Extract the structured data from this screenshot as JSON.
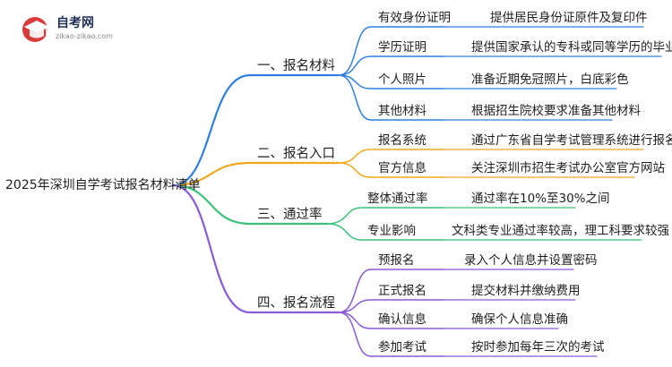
{
  "logo": {
    "title": "自考网",
    "url": "zikao-zikao.com",
    "icon": "graduation-cap-icon"
  },
  "mindmap": {
    "root": "2025年深圳自学考试报名材料清单",
    "branches": [
      {
        "label": "一、报名材料",
        "color": "#2f7fe3",
        "items": [
          {
            "label": "有效身份证明",
            "detail": "提供居民身份证原件及复印件"
          },
          {
            "label": "学历证明",
            "detail": "提供国家承认的专科或同等学历的毕业证书"
          },
          {
            "label": "个人照片",
            "detail": "准备近期免冠照片，白底彩色"
          },
          {
            "label": "其他材料",
            "detail": "根据招生院校要求准备其他材料"
          }
        ]
      },
      {
        "label": "二、报名入口",
        "color": "#f0a81e",
        "items": [
          {
            "label": "报名系统",
            "detail": "通过广东省自学考试管理系统进行报名"
          },
          {
            "label": "官方信息",
            "detail": "关注深圳市招生考试办公室官方网站"
          }
        ]
      },
      {
        "label": "三、通过率",
        "color": "#3cc07a",
        "items": [
          {
            "label": "整体通过率",
            "detail": "通过率在10%至30%之间"
          },
          {
            "label": "专业影响",
            "detail": "文科类专业通过率较高，理工科要求较强"
          }
        ]
      },
      {
        "label": "四、报名流程",
        "color": "#8a5bd8",
        "items": [
          {
            "label": "预报名",
            "detail": "录入个人信息并设置密码"
          },
          {
            "label": "正式报名",
            "detail": "提交材料并缴纳费用"
          },
          {
            "label": "确认信息",
            "detail": "确保个人信息准确"
          },
          {
            "label": "参加考试",
            "detail": "按时参加每年三次的考试"
          }
        ]
      }
    ]
  }
}
